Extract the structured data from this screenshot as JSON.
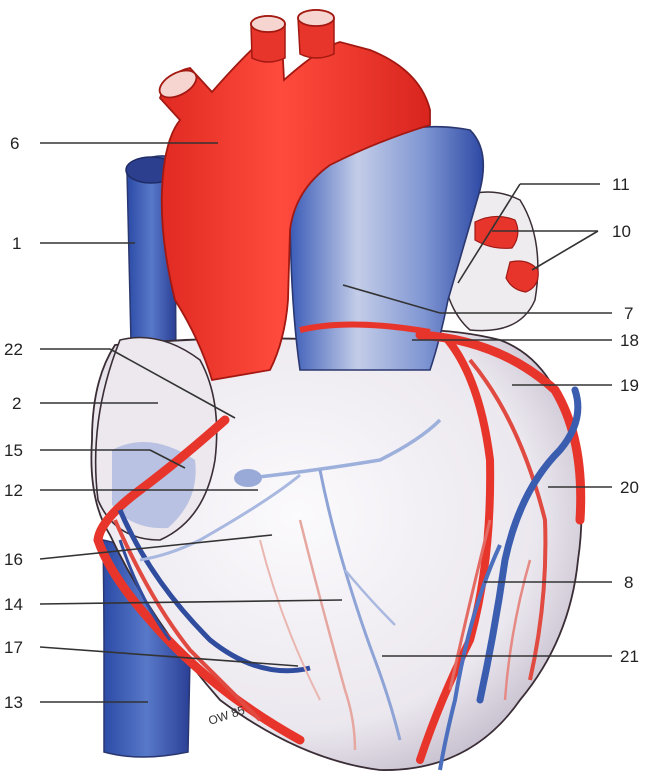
{
  "labels": {
    "l1": "1",
    "l2": "2",
    "l6": "6",
    "l7": "7",
    "l8": "8",
    "l10": "10",
    "l11": "11",
    "l12": "12",
    "l13": "13",
    "l14": "14",
    "l15": "15",
    "l16": "16",
    "l17": "17",
    "l18": "18",
    "l19": "19",
    "l20": "20",
    "l21": "21",
    "l22": "22"
  },
  "signature": "OW 85",
  "colors": {
    "artery": "#e8352b",
    "vein": "#3a5db0",
    "myocardium": "#f3f1f3",
    "outline": "#3a2d35"
  }
}
